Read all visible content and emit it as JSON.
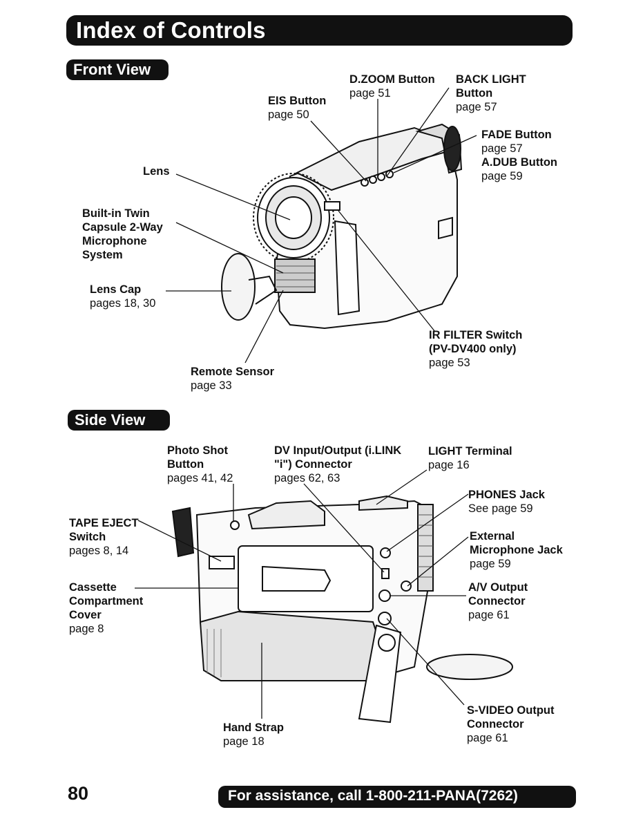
{
  "header": {
    "title": "Index of Controls"
  },
  "front_view": {
    "heading": "Front View",
    "callouts": {
      "dzoom": {
        "name": "D.ZOOM Button",
        "page": "page 51"
      },
      "backlight": {
        "name1": "BACK LIGHT",
        "name2": "Button",
        "page": "page 57"
      },
      "eis": {
        "name": "EIS Button",
        "page": "page 50"
      },
      "fade": {
        "name": "FADE Button",
        "page": "page 57"
      },
      "adub": {
        "name": "A.DUB Button",
        "page": "page 59"
      },
      "lens": {
        "name": "Lens"
      },
      "mic": {
        "line1": "Built-in Twin",
        "line2": "Capsule 2-Way",
        "line3": "Microphone",
        "line4": "System"
      },
      "lenscap": {
        "name": "Lens Cap",
        "page": "pages 18, 30"
      },
      "irfilter": {
        "name": "IR FILTER Switch",
        "note": "(PV-DV400 only)",
        "page": "page 53"
      },
      "remote": {
        "name": "Remote Sensor",
        "page": "page 33"
      }
    }
  },
  "side_view": {
    "heading": "Side View",
    "callouts": {
      "photoshot": {
        "name1": "Photo Shot",
        "name2": "Button",
        "page": "pages 41, 42"
      },
      "dvio": {
        "name1": "DV Input/Output (i.LINK",
        "name2": "\"i\") Connector",
        "page": "pages 62, 63"
      },
      "light": {
        "name": "LIGHT Terminal",
        "page": "page 16"
      },
      "phones": {
        "name": "PHONES Jack",
        "page": "See page 59"
      },
      "tape": {
        "name1": "TAPE EJECT",
        "name2": "Switch",
        "page": "pages 8, 14"
      },
      "extmic": {
        "name1": "External",
        "name2": "Microphone Jack",
        "page": "page 59"
      },
      "cassette": {
        "line1": "Cassette",
        "line2": "Compartment",
        "line3": "Cover",
        "page": "page 8"
      },
      "av": {
        "name1": "A/V Output",
        "name2": "Connector",
        "page": "page 61"
      },
      "svideo": {
        "name1": "S-VIDEO Output",
        "name2": "Connector",
        "page": "page 61"
      },
      "strap": {
        "name": "Hand Strap",
        "page": "page 18"
      }
    }
  },
  "footer": {
    "page_number": "80",
    "assistance": "For assistance, call 1-800-211-PANA(7262)"
  }
}
